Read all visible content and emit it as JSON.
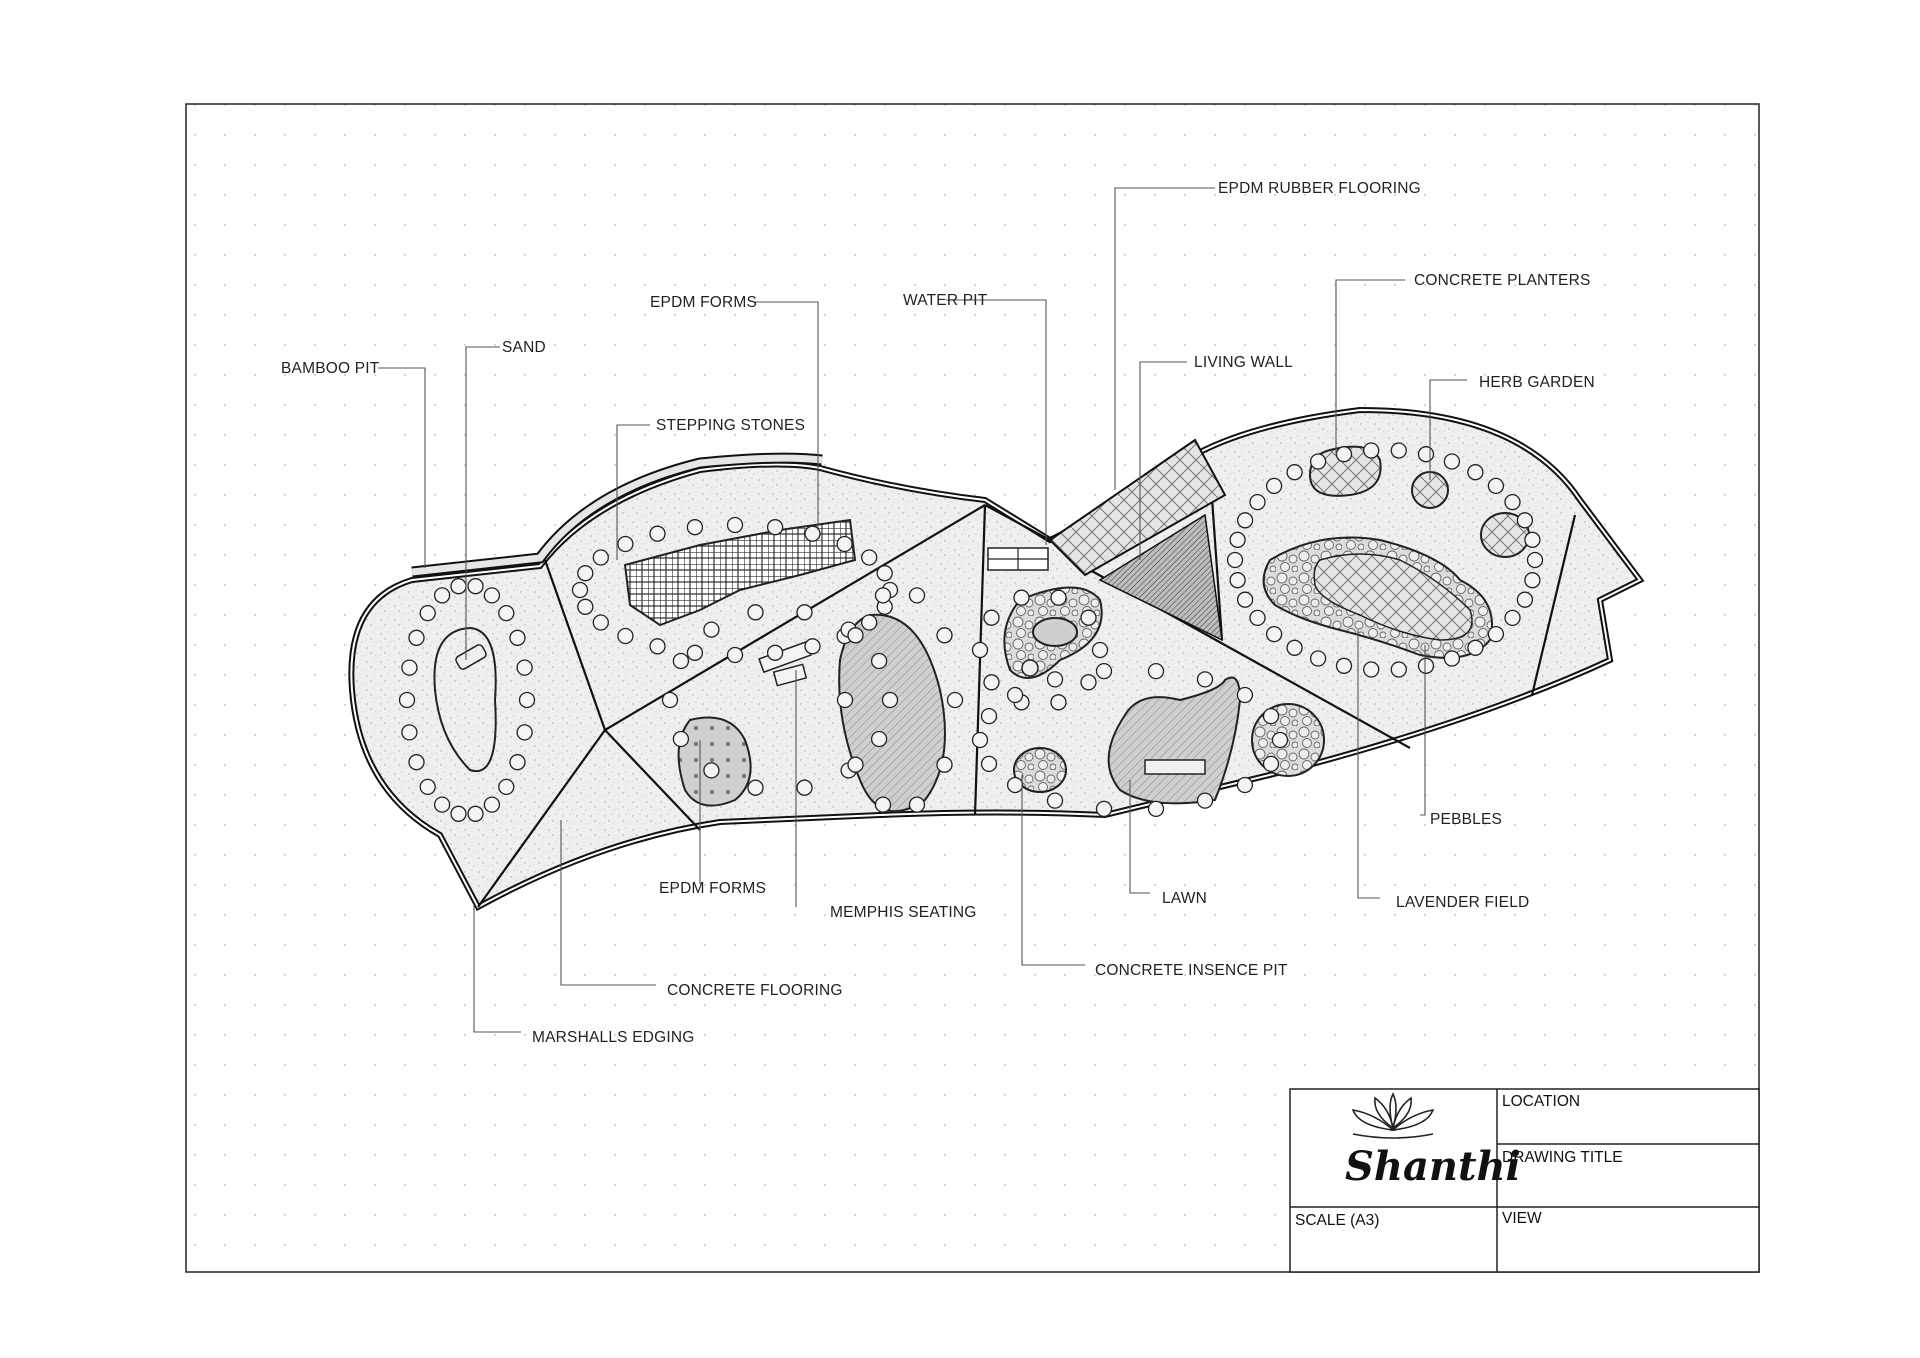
{
  "labels": {
    "bamboo_pit": "BAMBOO PIT",
    "sand": "SAND",
    "epdm_forms_top": "EPDM FORMS",
    "stepping_stones": "STEPPING STONES",
    "water_pit": "WATER PIT",
    "epdm_rubber_flooring": "EPDM RUBBER FLOORING",
    "living_wall": "LIVING WALL",
    "concrete_planters": "CONCRETE PLANTERS",
    "herb_garden": "HERB GARDEN",
    "epdm_forms_bottom": "EPDM FORMS",
    "memphis_seating": "MEMPHIS SEATING",
    "concrete_flooring": "CONCRETE FLOORING",
    "marshalls_edging": "MARSHALLS EDGING",
    "lawn": "LAWN",
    "concrete_insence_pit": "CONCRETE INSENCE PIT",
    "pebbles": "PEBBLES",
    "lavender_field": "LAVENDER FIELD"
  },
  "title_block": {
    "logo_text": "Shanthi",
    "location": "LOCATION",
    "drawing_title": "DRAWING TITLE",
    "scale": "SCALE (A3)",
    "view": "VIEW"
  },
  "colors": {
    "ink": "#222222",
    "paper": "#ffffff",
    "concrete": "#eeeeee",
    "dotgrid": "#d6d6d6"
  }
}
